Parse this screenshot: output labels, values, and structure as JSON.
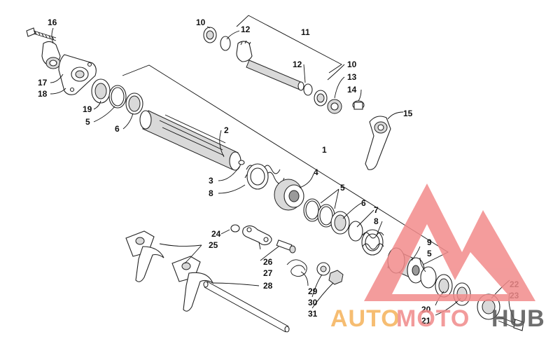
{
  "diagram": {
    "callouts": [
      "1",
      "2",
      "3",
      "4",
      "5",
      "6",
      "7",
      "8",
      "9",
      "10",
      "11",
      "12",
      "13",
      "14",
      "15",
      "16",
      "17",
      "18",
      "19",
      "20",
      "21",
      "22",
      "23",
      "24",
      "25",
      "26",
      "27",
      "28",
      "29",
      "30",
      "31"
    ]
  },
  "watermark": {
    "text_a": "AUTO",
    "text_b": "MOTO",
    "text_c": "HUB",
    "color_a": "#f5b25a",
    "color_b": "#f08a8a",
    "color_c": "#555555",
    "triangle_color": "#f28b8b"
  }
}
